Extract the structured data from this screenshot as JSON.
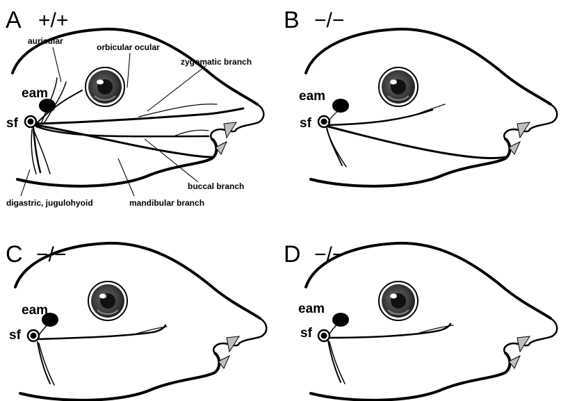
{
  "panels": [
    {
      "letter": "A",
      "genotype": "+/+",
      "eam": "eam",
      "sf": "sf"
    },
    {
      "letter": "B",
      "genotype": "−/−",
      "eam": "eam",
      "sf": "sf"
    },
    {
      "letter": "C",
      "genotype": "−/−",
      "eam": "eam",
      "sf": "sf"
    },
    {
      "letter": "D",
      "genotype": "−/−",
      "eam": "eam",
      "sf": "sf"
    }
  ],
  "annotations": {
    "auricular": "auricular",
    "orbicular_ocular": "orbicular ocular",
    "zygomatic_branch": "zygomatic branch",
    "buccal_branch": "buccal branch",
    "mandibular_branch": "mandibular branch",
    "digastric": "digastric, jugulohyoid"
  },
  "colors": {
    "ink": "#000000",
    "eye_iris": "#3c3c3c",
    "tooth": "#bfbfbf"
  }
}
